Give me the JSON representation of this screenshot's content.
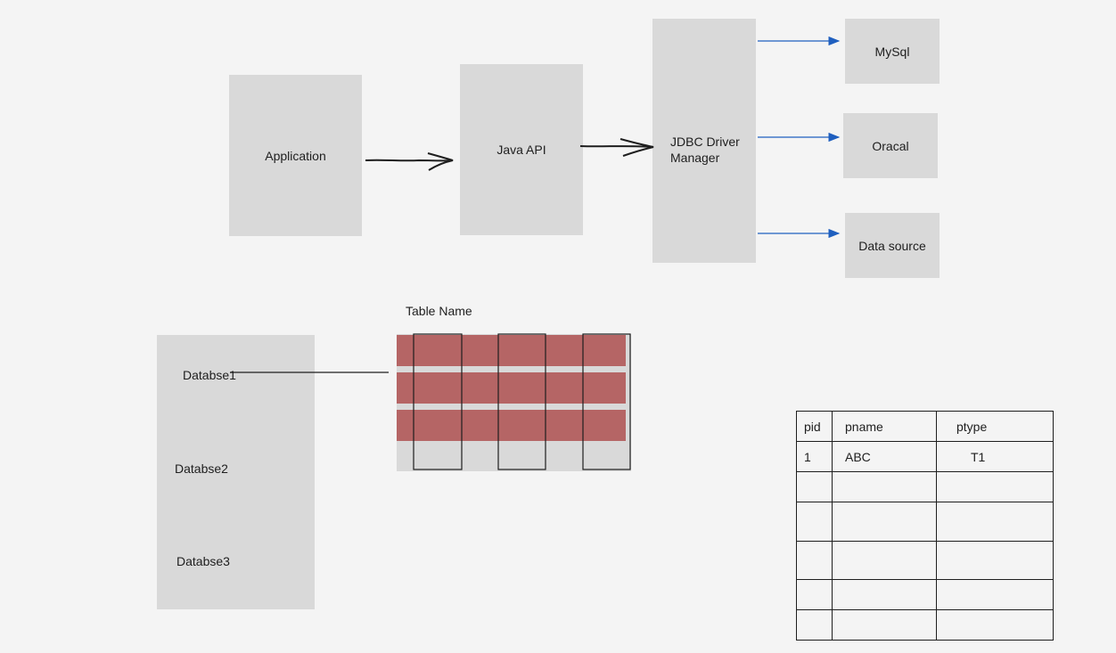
{
  "flow": {
    "application": "Application",
    "java_api": "Java API",
    "jdbc_driver_manager": "JDBC Driver\nManager",
    "targets": [
      "MySql",
      "Oracal",
      "Data source"
    ]
  },
  "databases": [
    "Databse1",
    "Databse2",
    "Databse3"
  ],
  "table_name": "Table Name",
  "product_table": {
    "headers": [
      "pid",
      "pname",
      "ptype"
    ],
    "rows": [
      [
        "1",
        "ABC",
        "T1"
      ],
      [
        "",
        "",
        ""
      ],
      [
        "",
        "",
        ""
      ],
      [
        "",
        "",
        ""
      ],
      [
        "",
        "",
        ""
      ],
      [
        "",
        "",
        ""
      ]
    ]
  },
  "colors": {
    "background": "#f4f4f4",
    "box": "#d9d9d9",
    "row_fill": "#b56565",
    "arrow_blue": "#1f5fbf",
    "stroke": "#1e1e1e"
  }
}
